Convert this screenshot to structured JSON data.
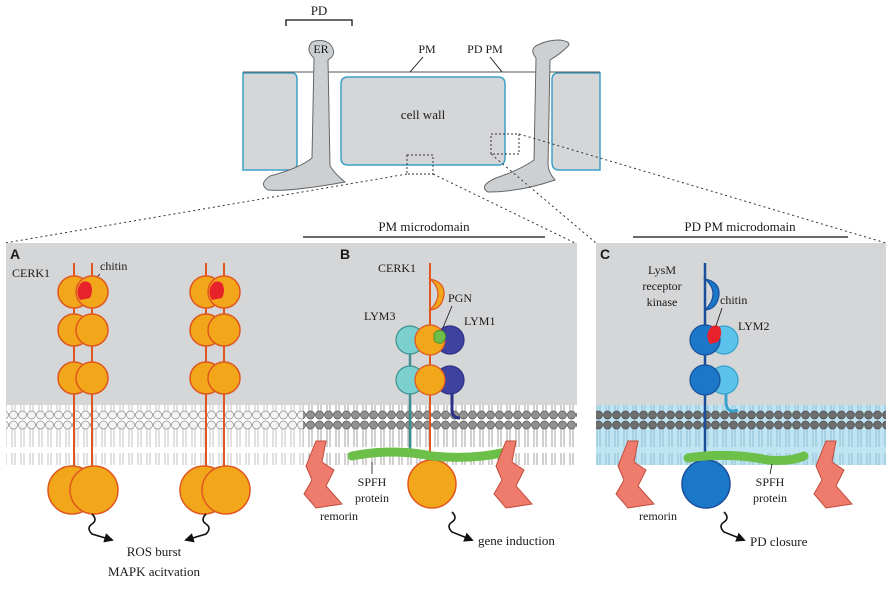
{
  "overview": {
    "pd": "PD",
    "er": "ER",
    "pm": "PM",
    "pd_pm": "PD PM",
    "cell_wall": "cell wall"
  },
  "headers": {
    "pm_microdomain": "PM microdomain",
    "pd_pm_microdomain": "PD PM microdomain"
  },
  "panel_a": {
    "letter": "A",
    "cerk1": "CERK1",
    "chitin": "chitin",
    "output_1": "ROS burst",
    "output_2": "MAPK acitvation"
  },
  "panel_b": {
    "letter": "B",
    "cerk1": "CERK1",
    "pgn": "PGN",
    "lym3": "LYM3",
    "lym1": "LYM1",
    "spfh_1": "SPFH",
    "spfh_2": "protein",
    "remorin": "remorin",
    "output": "gene induction"
  },
  "panel_c": {
    "letter": "C",
    "lysm_1": "LysM",
    "lysm_2": "receptor",
    "lysm_3": "kinase",
    "chitin": "chitin",
    "lym2": "LYM2",
    "spfh_1": "SPFH",
    "spfh_2": "protein",
    "remorin": "remorin",
    "output": "PD closure"
  },
  "colors": {
    "cerk1_orange": "#f2a71b",
    "cerk1_outline": "#e0561f",
    "chitin_red": "#e8222a",
    "pgn_green": "#6cc04a",
    "lym3_teal": "#7ccfcf",
    "lym1_indigo": "#3f43a0",
    "lysm_blue": "#1b78c8",
    "lym2_lightblue": "#5bc2ea",
    "spfh_green": "#6cc04a",
    "remorin_salmon": "#ee7b6c",
    "cell_wall_grey": "#d5d6d8",
    "pd_membrane_blue": "#a9d9ec"
  }
}
